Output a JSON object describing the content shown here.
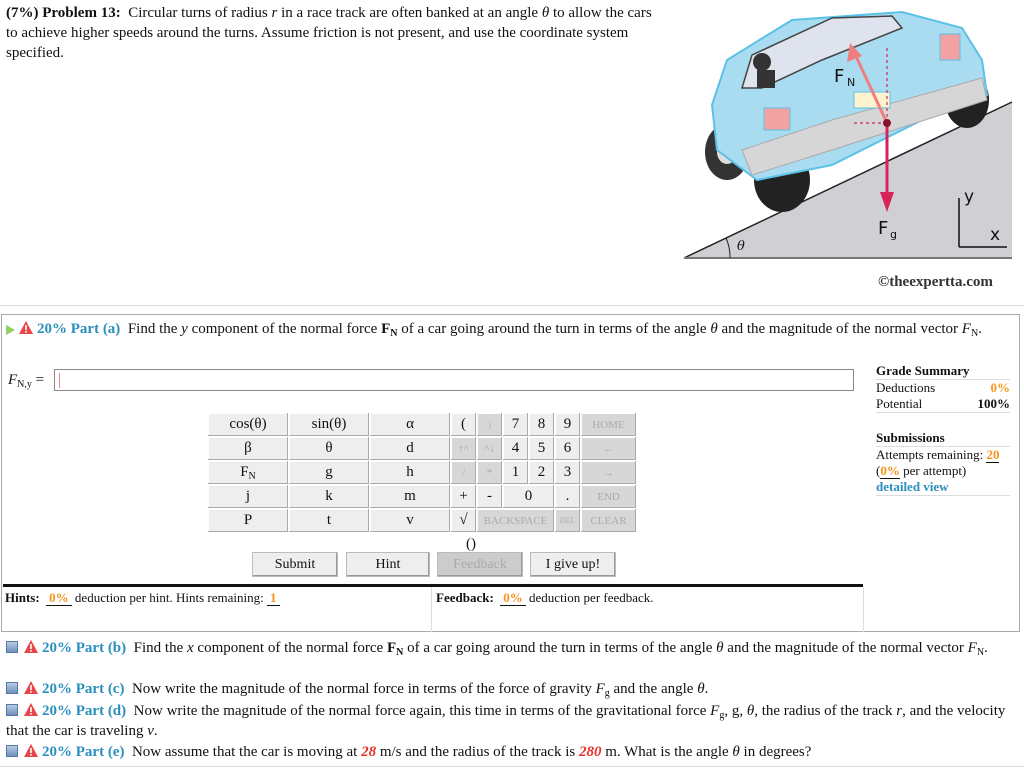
{
  "problem": {
    "weight": "(7%)",
    "label": "Problem 13:",
    "text_1": "Circular turns of radius ",
    "var_r": "r",
    "text_2": " in a race track are often banked at an angle ",
    "var_theta": "θ",
    "text_3": " to allow the cars to achieve higher speeds around the turns. Assume friction is not present, and use the coordinate system specified."
  },
  "figure": {
    "label_fn": "F",
    "label_fn_sub": "N",
    "label_fg": "F",
    "label_fg_sub": "g",
    "label_theta": "θ",
    "axis_x": "x",
    "axis_y": "y",
    "colors": {
      "car": "#a9dcf0",
      "arrow": "#d6245a",
      "ramp": "#c9c9cf"
    },
    "credit": "©theexpertta.com"
  },
  "part_a": {
    "pct": "20% Part (a)",
    "text_1": "Find the ",
    "var": "y",
    "text_2": " component of the normal force ",
    "force": "F",
    "force_sub": "N",
    "text_3": " of a car going around the turn in terms of the angle ",
    "theta": "θ",
    "text_4": " and the magnitude of the normal vector ",
    "vec": "F",
    "vec_sub": "N",
    "text_5": ".",
    "answer_label": "F",
    "answer_label_sub": "N,y",
    "answer_eq": " =",
    "answer_value": ""
  },
  "grade_summary": {
    "title": "Grade Summary",
    "deductions_label": "Deductions",
    "deductions_value": "0%",
    "potential_label": "Potential",
    "potential_value": "100%",
    "submissions_title": "Submissions",
    "attempts_label": "Attempts remaining: ",
    "attempts_value": "20",
    "per_attempt_pre": "(",
    "per_attempt_value": "0%",
    "per_attempt_post": " per attempt)",
    "detailed_view": "detailed view"
  },
  "keypad": {
    "rows": [
      [
        "cos(θ)",
        "sin(θ)",
        "α",
        "(",
        ")",
        "7",
        "8",
        "9",
        "HOME"
      ],
      [
        "β",
        "θ",
        "d",
        "↑^",
        "^↓",
        "4",
        "5",
        "6",
        "←"
      ],
      [
        "F_N",
        "g",
        "h",
        "/",
        "*",
        "1",
        "2",
        "3",
        "→"
      ],
      [
        "j",
        "k",
        "m",
        "+",
        "-",
        "0",
        ".",
        "END"
      ],
      [
        "P",
        "t",
        "v",
        "√()",
        "BACKSPACE",
        "DEL",
        "CLEAR"
      ]
    ],
    "k": {
      "cos": "cos(θ)",
      "sin": "sin(θ)",
      "alpha": "α",
      "lparen": "(",
      "rparen": ")",
      "n7": "7",
      "n8": "8",
      "n9": "9",
      "home": "HOME",
      "beta": "β",
      "theta": "θ",
      "d": "d",
      "up": "↑^",
      "down": "^↓",
      "n4": "4",
      "n5": "5",
      "n6": "6",
      "left": "←",
      "fn": "F",
      "fn_sub": "N",
      "g": "g",
      "h": "h",
      "div": "/",
      "mul": "*",
      "n1": "1",
      "n2": "2",
      "n3": "3",
      "right": "→",
      "j": "j",
      "k": "k",
      "m": "m",
      "plus": "+",
      "minus": "-",
      "n0": "0",
      "dot": ".",
      "end": "END",
      "p": "P",
      "t": "t",
      "v": "v",
      "sqrt": "√",
      "backspace": "BACKSPACE",
      "del": "DEL",
      "clear": "CLEAR"
    },
    "paren_hint": "()"
  },
  "buttons": {
    "submit": "Submit",
    "hint": "Hint",
    "feedback": "Feedback",
    "give_up": "I give up!"
  },
  "hints": {
    "label": "Hints:",
    "pct": "0%",
    "text": " deduction per hint. Hints remaining: ",
    "remaining": "1"
  },
  "feedback": {
    "label": "Feedback:",
    "pct": "0%",
    "text": " deduction per feedback."
  },
  "parts": {
    "b": {
      "pct": "20% Part (b)",
      "text_1": "Find the ",
      "var": "x",
      "text_2": " component of the normal force ",
      "force": "F",
      "force_sub": "N",
      "text_3": " of a car going around the turn in terms of the angle ",
      "theta": "θ",
      "text_4": " and the magnitude of the normal vector ",
      "vec": "F",
      "vec_sub": "N",
      "text_5": "."
    },
    "c": {
      "pct": "20% Part (c)",
      "text_1": "Now write the magnitude of the normal force in terms of the force of gravity ",
      "fg": "F",
      "fg_sub": "g",
      "text_2": " and the angle ",
      "theta": "θ",
      "text_3": "."
    },
    "d": {
      "pct": "20% Part (d)",
      "text_1": "Now write the magnitude of the normal force again, this time in terms of the gravitational force ",
      "fg": "F",
      "fg_sub": "g",
      "text_2": ", g, ",
      "theta": "θ",
      "text_3": ", the radius of the track ",
      "r": "r",
      "text_4": ", and the velocity that the car is traveling ",
      "v": "v",
      "text_5": "."
    },
    "e": {
      "pct": "20% Part (e)",
      "text_1": "Now assume that the car is moving at ",
      "speed": "28",
      "text_2": " m/s and the radius of the track is ",
      "radius": "280",
      "text_3": " m. What is the angle ",
      "theta": "θ",
      "text_4": " in degrees?"
    }
  }
}
